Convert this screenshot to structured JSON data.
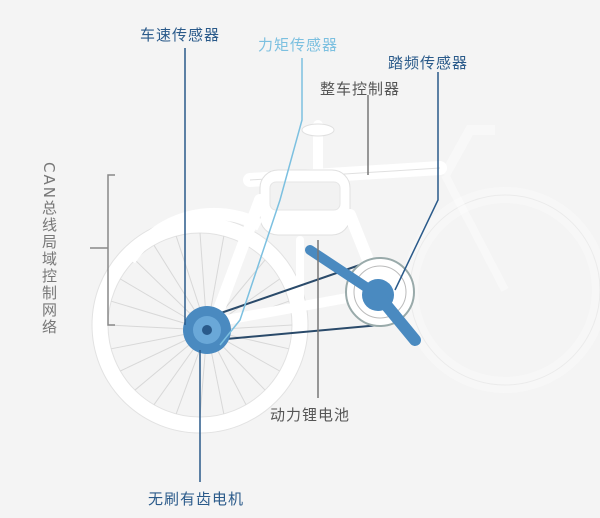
{
  "labels": {
    "speed_sensor": "车速传感器",
    "torque_sensor": "力矩传感器",
    "cadence_sensor": "踏频传感器",
    "vehicle_controller": "整车控制器",
    "battery": "动力锂电池",
    "motor": "无刷有齿电机",
    "can_network": "CAN总线局域控制网络"
  },
  "colors": {
    "dark_blue": "#2a5a8a",
    "light_blue": "#7cc0e0",
    "gray_text": "#555555",
    "frame": "#ffffff",
    "background": "#f4f4f4",
    "motor_blue": "#4a8ac0"
  }
}
